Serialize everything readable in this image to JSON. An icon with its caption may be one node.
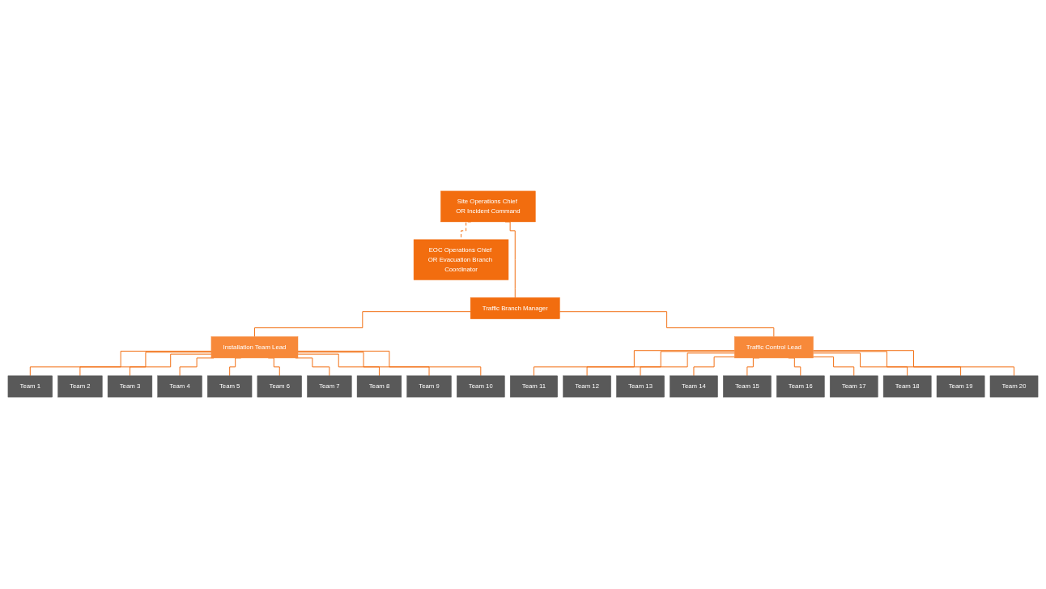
{
  "diagram": {
    "nodes": [
      {
        "text": [
          "Site Operations Chief OR Incident Command"
        ]
      },
      {
        "text": [
          "EOC Operations Chief OR Evacuation Branch Coordinator"
        ]
      },
      {
        "text": [
          "Traffic Branch Manager"
        ]
      },
      {
        "text": [
          "Installation Team Lead"
        ]
      },
      {
        "text": [
          "Team 1"
        ]
      },
      {
        "text": [
          "Team 2"
        ]
      },
      {
        "text": [
          "Team 3"
        ]
      },
      {
        "text": [
          "Team 4"
        ]
      },
      {
        "text": [
          "Team 5"
        ]
      },
      {
        "text": [
          "Team 6"
        ]
      },
      {
        "text": [
          "Team 7"
        ]
      },
      {
        "text": [
          "Team 8"
        ]
      },
      {
        "text": [
          "Team 9"
        ]
      },
      {
        "text": [
          "Team 10"
        ]
      },
      {
        "text": [
          "Traffic Control Lead"
        ]
      },
      {
        "text": [
          "Team 11"
        ]
      },
      {
        "text": [
          "Team 12"
        ]
      },
      {
        "text": [
          "Team 13"
        ]
      },
      {
        "text": [
          "Team 14"
        ]
      },
      {
        "text": [
          "Team 15"
        ]
      },
      {
        "text": [
          "Team 16"
        ]
      },
      {
        "text": [
          "Team 17"
        ]
      },
      {
        "text": [
          "Team 18"
        ]
      },
      {
        "text": [
          "Team 19"
        ]
      },
      {
        "text": [
          "Team 20"
        ]
      }
    ],
    "edges": [
      {
        "from": 0,
        "to": 1,
        "arrow": "none",
        "style": "dashed"
      },
      {
        "from": 0,
        "to": 2,
        "arrow": "none"
      },
      {
        "from": 2,
        "to": 3,
        "arrow": "none"
      },
      {
        "from": 2,
        "to": 14,
        "arrow": "none"
      },
      {
        "from": 3,
        "to": 4,
        "arrow": "none"
      },
      {
        "from": 3,
        "to": 5,
        "arrow": "none"
      },
      {
        "from": 3,
        "to": 6,
        "arrow": "none"
      },
      {
        "from": 3,
        "to": 7,
        "arrow": "none"
      },
      {
        "from": 3,
        "to": 8,
        "arrow": "none"
      },
      {
        "from": 3,
        "to": 9,
        "arrow": "none"
      },
      {
        "from": 3,
        "to": 10,
        "arrow": "none"
      },
      {
        "from": 3,
        "to": 11,
        "arrow": "none"
      },
      {
        "from": 3,
        "to": 12,
        "arrow": "none"
      },
      {
        "from": 3,
        "to": 13,
        "arrow": "none"
      },
      {
        "from": 14,
        "to": 15,
        "arrow": "none"
      },
      {
        "from": 14,
        "to": 16,
        "arrow": "none"
      },
      {
        "from": 14,
        "to": 17,
        "arrow": "none"
      },
      {
        "from": 14,
        "to": 18,
        "arrow": "none"
      },
      {
        "from": 14,
        "to": 19,
        "arrow": "none"
      },
      {
        "from": 14,
        "to": 20,
        "arrow": "none"
      },
      {
        "from": 14,
        "to": 21,
        "arrow": "none"
      },
      {
        "from": 14,
        "to": 22,
        "arrow": "none"
      },
      {
        "from": 14,
        "to": 23,
        "arrow": "none"
      },
      {
        "from": 14,
        "to": 24,
        "arrow": "none"
      }
    ]
  }
}
